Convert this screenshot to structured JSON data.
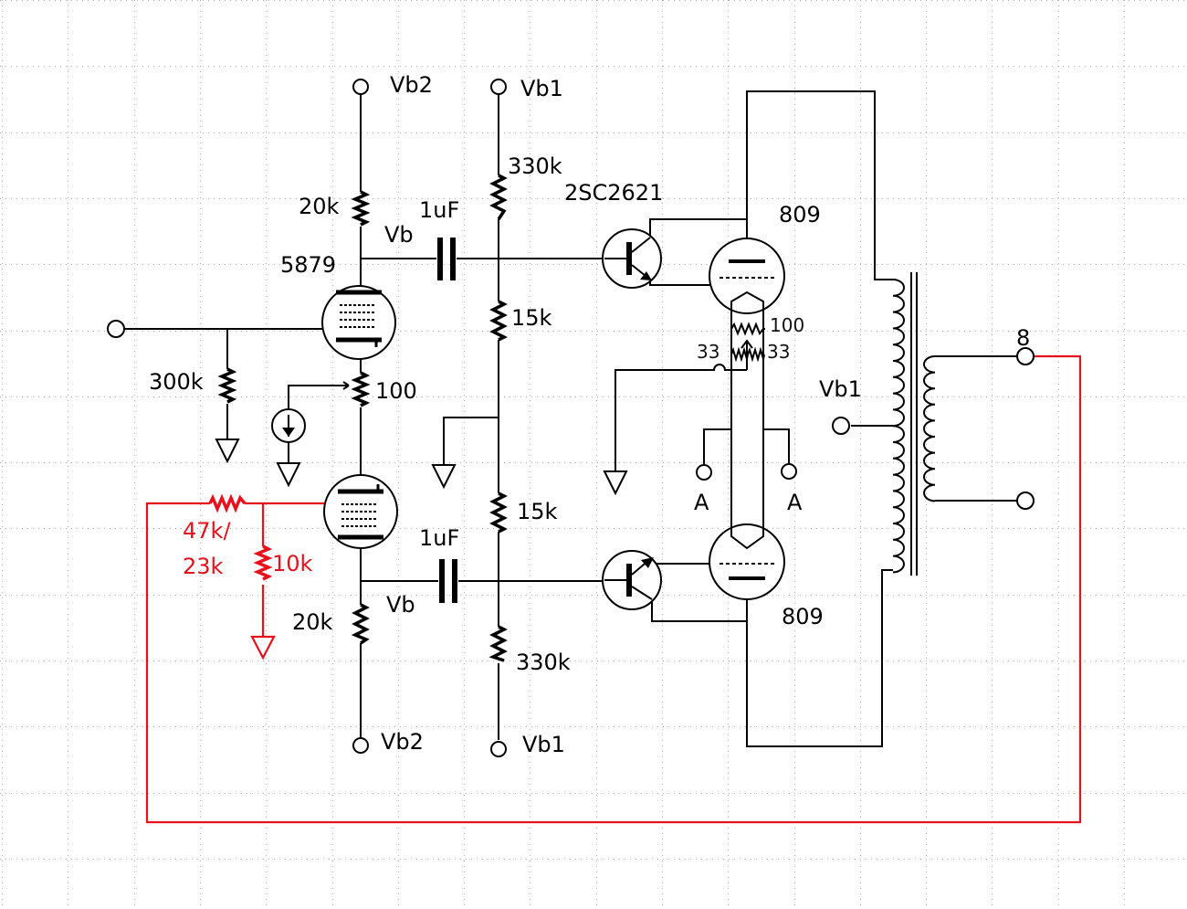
{
  "colors": {
    "wire": "#000000",
    "feedback_network": "#e8111b",
    "grid_dots": "#b4b4b4",
    "background": "#ffffff"
  },
  "labels": {
    "vb2_top": "Vb2",
    "vb1_top": "Vb1",
    "r_plate_top": "20k",
    "cap_top": "1uF",
    "vb_top": "Vb",
    "tube_5879": "5879",
    "r_bias_top": "330k",
    "transistor": "2SC2621",
    "tube_809_top": "809",
    "r_15k_top": "15k",
    "r_300k": "300k",
    "r_100": "100",
    "r_100_heater": "100",
    "r_33_left": "33",
    "r_33_right": "33",
    "vb1_mid": "Vb1",
    "out_8": "8",
    "a_left": "A",
    "a_right": "A",
    "r_15k_bottom": "15k",
    "cap_bottom": "1uF",
    "r_47k_line1": "47k/",
    "r_47k_line2": "23k",
    "r_10k": "10k",
    "vb_bottom": "Vb",
    "r_plate_bottom": "20k",
    "tube_809_bottom": "809",
    "r_bias_bottom": "330k",
    "vb2_bottom": "Vb2",
    "vb1_bottom": "Vb1"
  }
}
